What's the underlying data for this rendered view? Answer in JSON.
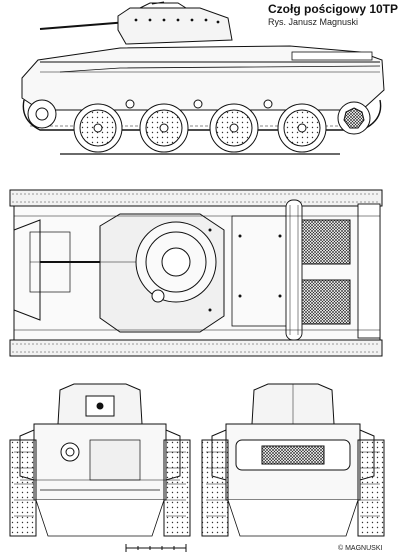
{
  "title": "Czołg pościgowy 10TP",
  "subtitle": "Rys. Janusz Magnuski",
  "signature": "© MAGNUSKI",
  "views": {
    "side": {
      "road_wheels": 4
    },
    "top": {},
    "front": {},
    "rear": {}
  },
  "colors": {
    "line": "#111111",
    "shade": "#d8d8d8",
    "hatch": "#333333",
    "background": "#ffffff"
  }
}
